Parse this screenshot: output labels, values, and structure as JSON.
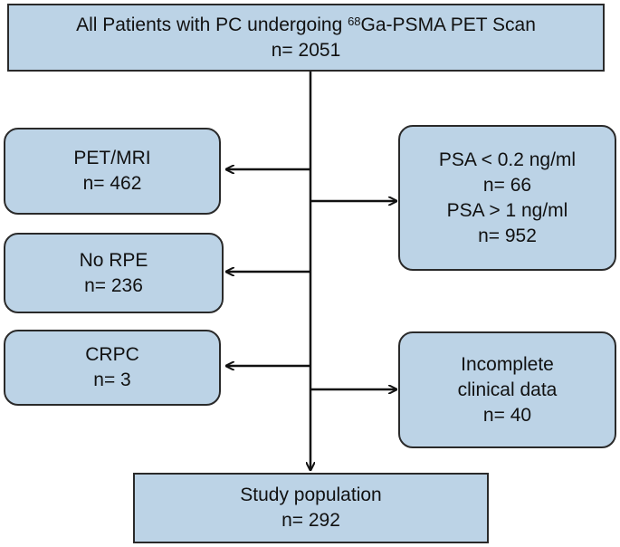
{
  "top": {
    "title_prefix": "All Patients with PC undergoing ",
    "title_sup": "68",
    "title_suffix": "Ga-PSMA PET Scan",
    "count": "n= 2051"
  },
  "left_boxes": [
    {
      "label": "PET/MRI",
      "count": "n= 462"
    },
    {
      "label": "No RPE",
      "count": "n= 236"
    },
    {
      "label": "CRPC",
      "count": "n= 3"
    }
  ],
  "right_boxes": [
    {
      "lines": [
        "PSA < 0.2 ng/ml",
        "n= 66",
        "PSA > 1 ng/ml",
        "n= 952"
      ]
    },
    {
      "lines": [
        "Incomplete",
        "clinical data",
        "n= 40"
      ]
    }
  ],
  "bottom": {
    "label": "Study population",
    "count": "n= 292"
  }
}
